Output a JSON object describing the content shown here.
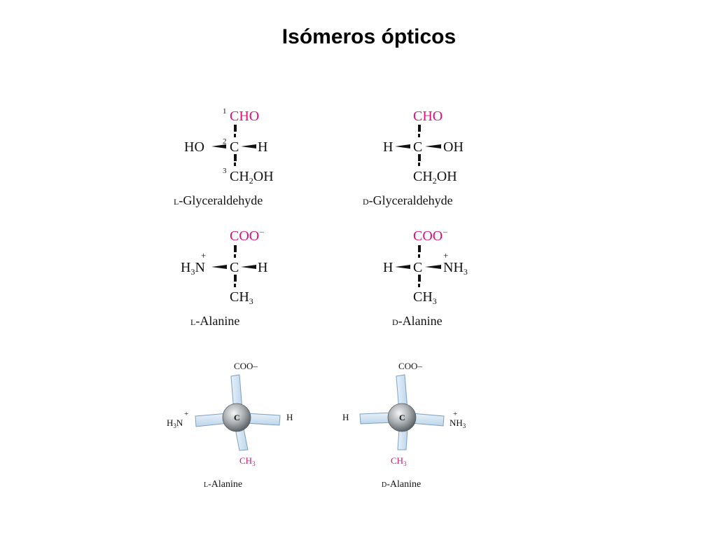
{
  "title": "Isómeros ópticos",
  "colors": {
    "accent": "#e0107a",
    "text": "#111111",
    "stick": "#cfe3f3",
    "stick_edge": "#7f9fc0",
    "atom": "#a8adb1"
  },
  "l_glyceraldehyde": {
    "top_num": "1",
    "top": "CHO",
    "left": "HO",
    "center_num": "2",
    "center": "C",
    "right": "H",
    "bottom_num": "3",
    "bottom": "CH",
    "bottom_sub": "2",
    "bottom_tail": "OH",
    "caption_sc": "L",
    "caption": "-Glyceraldehyde"
  },
  "d_glyceraldehyde": {
    "top": "CHO",
    "left": "H",
    "center": "C",
    "right": "OH",
    "bottom": "CH",
    "bottom_sub": "2",
    "bottom_tail": "OH",
    "caption_sc": "D",
    "caption": "-Glyceraldehyde"
  },
  "l_alanine": {
    "top": "COO",
    "top_charge": "−",
    "left": "H",
    "left_sub": "3",
    "left_tail": "N",
    "left_charge": "+",
    "center": "C",
    "right": "H",
    "bottom": "CH",
    "bottom_sub": "3",
    "caption_sc": "L",
    "caption": "-Alanine"
  },
  "d_alanine": {
    "top": "COO",
    "top_charge": "−",
    "left": "H",
    "center": "C",
    "right": "NH",
    "right_sub": "3",
    "right_charge": "+",
    "bottom": "CH",
    "bottom_sub": "3",
    "caption_sc": "D",
    "caption": "-Alanine"
  },
  "l_alanine_3d": {
    "top": "COO–",
    "left": "H",
    "left_sub": "3",
    "left_tail": "N",
    "left_charge": "+",
    "center": "C",
    "right": "H",
    "bottom": "CH",
    "bottom_sub": "3",
    "caption_sc": "L",
    "caption": "-Alanine"
  },
  "d_alanine_3d": {
    "top": "COO–",
    "left": "H",
    "center": "C",
    "right": "NH",
    "right_sub": "3",
    "right_charge": "+",
    "bottom": "CH",
    "bottom_sub": "3",
    "caption_sc": "D",
    "caption": "-Alanine"
  }
}
